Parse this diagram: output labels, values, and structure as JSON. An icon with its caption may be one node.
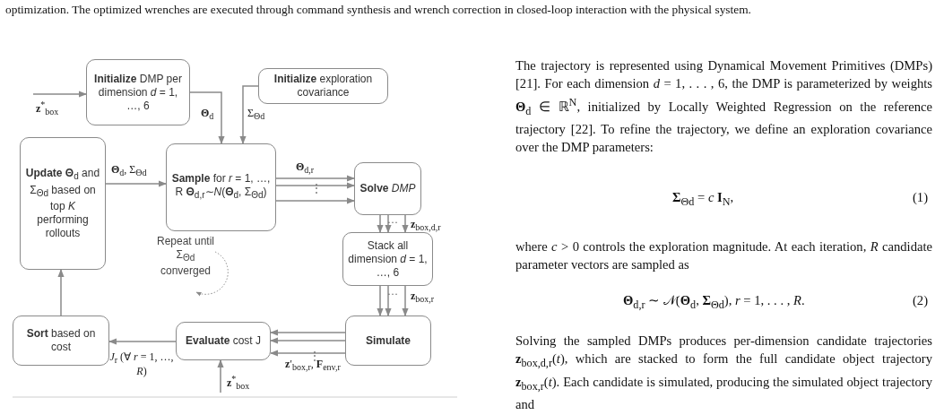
{
  "diagram": {
    "caption": "optimization. The optimized wrenches are executed through command synthesis and wrench correction in closed-loop interaction with the physical system.",
    "nodes": [
      {
        "text": [
          "**Initialize** DMP per dimension *d* = 1, …, 6"
        ]
      },
      {
        "text": [
          "**Initialize** exploration covariance"
        ]
      },
      {
        "text": [
          "**Update Θ**$_{d}$ and Σ$_{Θd}$ based on top *K* performing rollouts"
        ]
      },
      {
        "text": [
          "**Sample** for *r* = 1, …, R **Θ**$_{d,r}$∼*N*(**Θ**$_{d}$, Σ$_{Θd}$)"
        ]
      },
      {
        "text": [
          "**Solve** *DMP*"
        ]
      },
      {
        "text": [
          "Stack all dimension *d* = 1, …, 6"
        ]
      },
      {
        "text": [
          "**Simulate**"
        ]
      },
      {
        "text": [
          "**Evaluate** cost J"
        ]
      },
      {
        "text": [
          "**Sort** based on cost"
        ]
      }
    ],
    "edges": [
      {
        "from": null,
        "to": 0,
        "arrow": "to",
        "label": "**z**$^{*}$$_{box}$"
      },
      {
        "from": 0,
        "to": 3,
        "arrow": "to",
        "label": "**Θ**$_{d}$"
      },
      {
        "from": 1,
        "to": 3,
        "arrow": "to",
        "label": "Σ$_{Θd}$"
      },
      {
        "from": 2,
        "to": 3,
        "arrow": "to",
        "label": "**Θ**$_{d}$, Σ$_{Θd}$"
      },
      {
        "from": 3,
        "to": 4,
        "arrow": "to",
        "label": "**Θ**$_{d,r}$"
      },
      {
        "from": 3,
        "to": 4,
        "arrow": "to"
      },
      {
        "from": 3,
        "to": 4,
        "arrow": "to"
      },
      {
        "from": 4,
        "to": 5,
        "arrow": "to",
        "label": "**z**$_{box,d,r}$"
      },
      {
        "from": 4,
        "to": 5,
        "arrow": "to"
      },
      {
        "from": 4,
        "to": 5,
        "arrow": "to"
      },
      {
        "from": 5,
        "to": 6,
        "arrow": "to",
        "label": "**z**$_{box,r}$"
      },
      {
        "from": 5,
        "to": 6,
        "arrow": "to"
      },
      {
        "from": 5,
        "to": 6,
        "arrow": "to"
      },
      {
        "from": 6,
        "to": 7,
        "arrow": "to",
        "label": "**z**′$_{box,r}$, **F**$_{env,r}$"
      },
      {
        "from": 6,
        "to": 7,
        "arrow": "to"
      },
      {
        "from": 6,
        "to": 7,
        "arrow": "to"
      },
      {
        "from": null,
        "to": 7,
        "arrow": "to",
        "label": "**z**$^{*}$$_{box}$"
      },
      {
        "from": 7,
        "to": 8,
        "arrow": "to",
        "label": "*J*$_{r}$ (∀ *r* = 1, …, *R*)"
      },
      {
        "from": 8,
        "to": 2,
        "arrow": "to"
      }
    ],
    "labels": [
      "Repeat until Σ$_{Θd}$ converged",
      "⋮",
      "…",
      "…",
      "⋮",
      "The trajectory is represented using Dynamical Movement Primitives (DMPs) [21]. For each dimension *d* = 1, . . . , 6, the DMP is parameterized by weights **Θ**$_{d}$ ∈ ℝ$^{N}$, initialized by Locally Weighted Regression on the reference trajectory [22]. To refine the trajectory, we define an exploration covariance over the DMP parameters:",
      "**Σ**$_{Θd}$ = *c* **I**$_{N}$,",
      "(1)",
      "where *c* > 0 controls the exploration magnitude. At each iteration, *R* candidate parameter vectors are sampled as",
      "**Θ**$_{d,r}$ ∼ 𝒩(**Θ**$_{d}$, **Σ**$_{Θd}$),     *r* = 1, . . . , *R*.",
      "(2)",
      "Solving the sampled DMPs produces per-dimension candidate trajectories **z**$_{box,d,r}$(*t*), which are stacked to form the full candidate object trajectory **z**$_{box,r}$(*t*). Each candidate is simulated, producing the simulated object trajectory and"
    ]
  }
}
